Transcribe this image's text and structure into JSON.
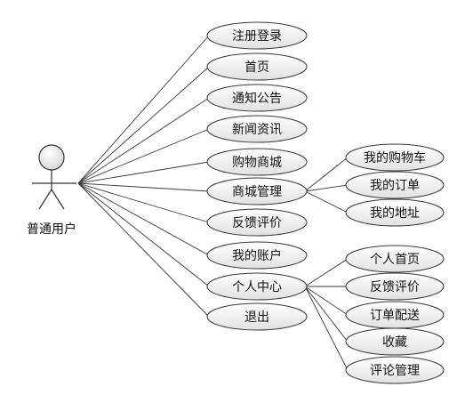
{
  "actor": {
    "name": "普通用户"
  },
  "use_cases": [
    {
      "id": "register-login",
      "label": "注册登录"
    },
    {
      "id": "home",
      "label": "首页"
    },
    {
      "id": "notice",
      "label": "通知公告"
    },
    {
      "id": "news",
      "label": "新闻资讯"
    },
    {
      "id": "shopping-mall",
      "label": "购物商城"
    },
    {
      "id": "mall-management",
      "label": "商城管理",
      "children": [
        {
          "id": "my-cart",
          "label": "我的购物车"
        },
        {
          "id": "my-orders",
          "label": "我的订单"
        },
        {
          "id": "my-address",
          "label": "我的地址"
        }
      ]
    },
    {
      "id": "feedback",
      "label": "反馈评价"
    },
    {
      "id": "my-account",
      "label": "我的账户"
    },
    {
      "id": "personal-center",
      "label": "个人中心",
      "children": [
        {
          "id": "personal-home",
          "label": "个人首页"
        },
        {
          "id": "personal-feedback",
          "label": "反馈评价"
        },
        {
          "id": "order-delivery",
          "label": "订单配送"
        },
        {
          "id": "favorites",
          "label": "收藏"
        },
        {
          "id": "comment-management",
          "label": "评论管理"
        }
      ]
    },
    {
      "id": "logout",
      "label": "退出"
    }
  ]
}
